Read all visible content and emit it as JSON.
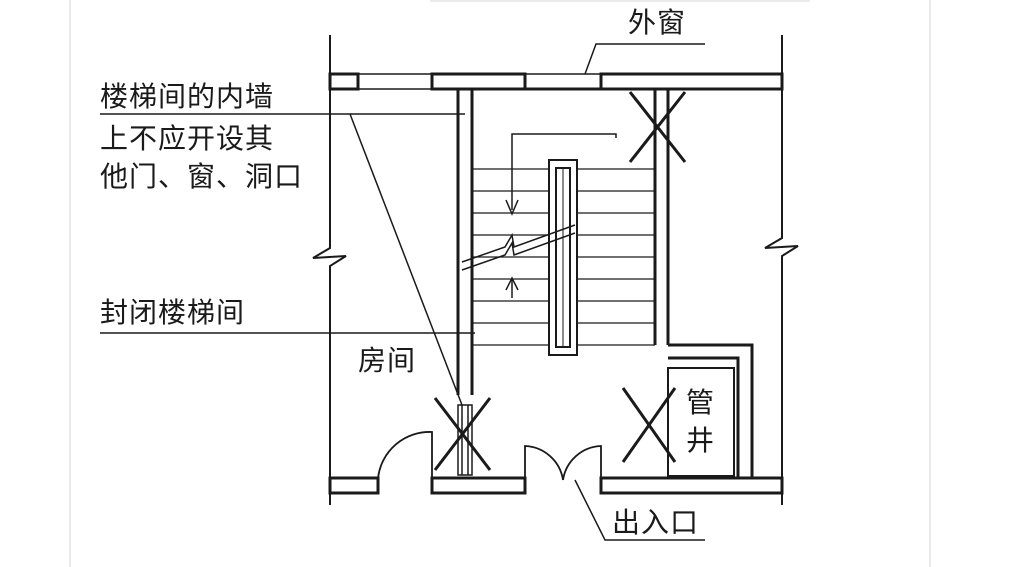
{
  "labels": {
    "outer_window": "外窗",
    "inner_wall_line1": "楼梯间的内墙",
    "inner_wall_line2": "上不应开设其",
    "inner_wall_line3": "他门、窗、洞口",
    "enclosed_stair": "封闭楼梯间",
    "room": "房间",
    "shaft_line1": "管",
    "shaft_line2": "井",
    "entrance": "出入口"
  },
  "colors": {
    "line": "#1a1a1a",
    "background": "#ffffff",
    "frame": "#d6d6d6"
  }
}
